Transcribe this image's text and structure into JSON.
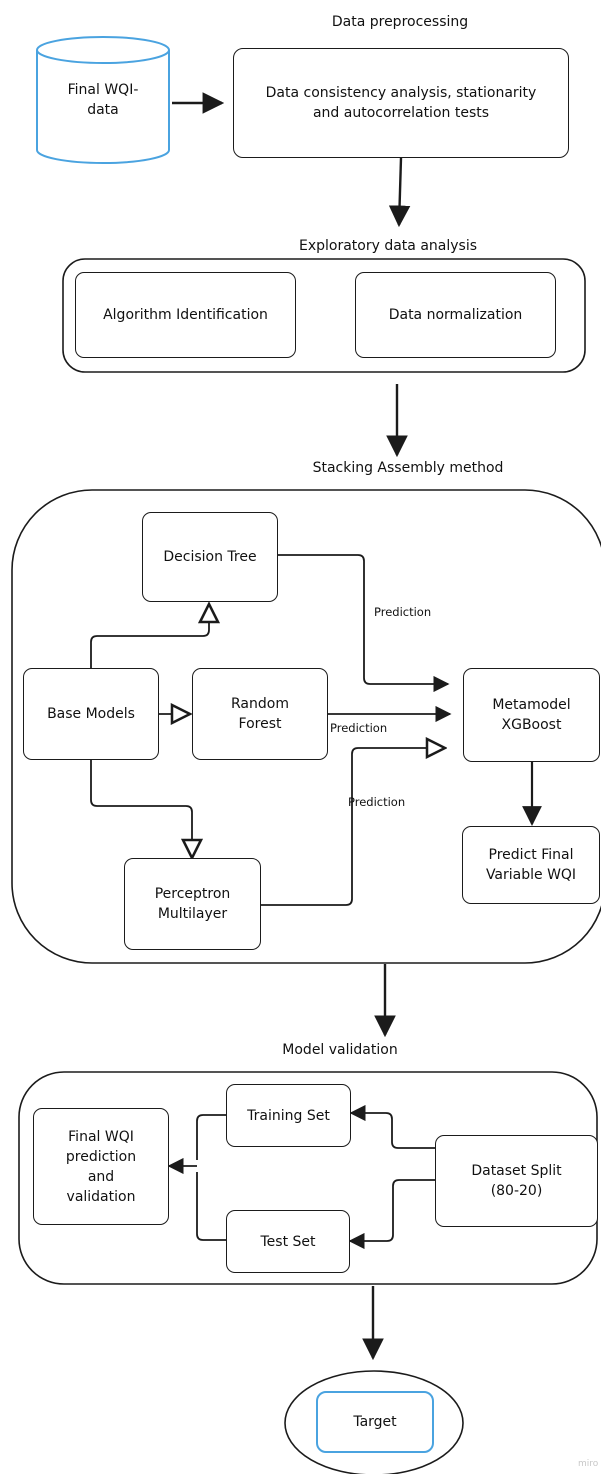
{
  "sections": {
    "preprocessing": "Data preprocessing",
    "eda": "Exploratory data analysis",
    "stacking": "Stacking Assembly method",
    "validation": "Model validation"
  },
  "nodes": {
    "final_wqi_data": "Final WQI-\ndata",
    "consistency": "Data consistency analysis, stationarity\nand autocorrelation tests",
    "algorithm_identification": "Algorithm Identification",
    "data_normalization": "Data normalization",
    "decision_tree": "Decision Tree",
    "base_models": "Base Models",
    "random_forest": "Random\nForest",
    "perceptron": "Perceptron\nMultilayer",
    "metamodel": "Metamodel\nXGBoost",
    "predict_final": "Predict Final\nVariable WQI",
    "training_set": "Training Set",
    "test_set": "Test Set",
    "dataset_split": "Dataset Split\n(80-20)",
    "final_validation": "Final WQI\nprediction\nand\nvalidation",
    "target": "Target"
  },
  "edge_labels": {
    "prediction_1": "Prediction",
    "prediction_2": "Prediction",
    "prediction_3": "Prediction"
  },
  "watermark": "miro",
  "colors": {
    "stroke": "#1b1b1b",
    "accent_blue": "#4aa3e0"
  }
}
